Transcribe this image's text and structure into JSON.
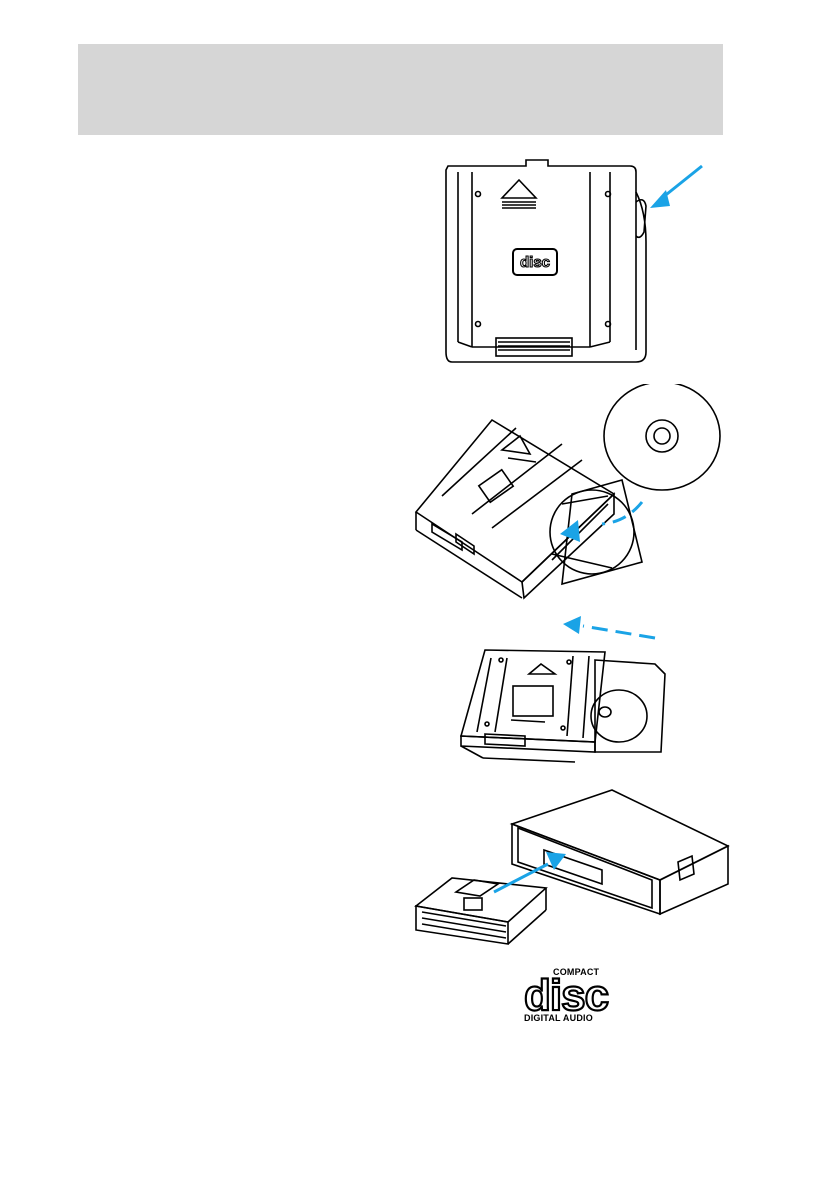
{
  "logo": {
    "top_text": "COMPACT",
    "main_text": "disc",
    "bottom_text": "DIGITAL AUDIO"
  },
  "illustrations": {
    "magazine_badge_text": "disc"
  },
  "colors": {
    "header_band": "#d6d6d6",
    "arrow_accent": "#1aa3e6",
    "line_art": "#000000",
    "page_background": "#ffffff"
  }
}
